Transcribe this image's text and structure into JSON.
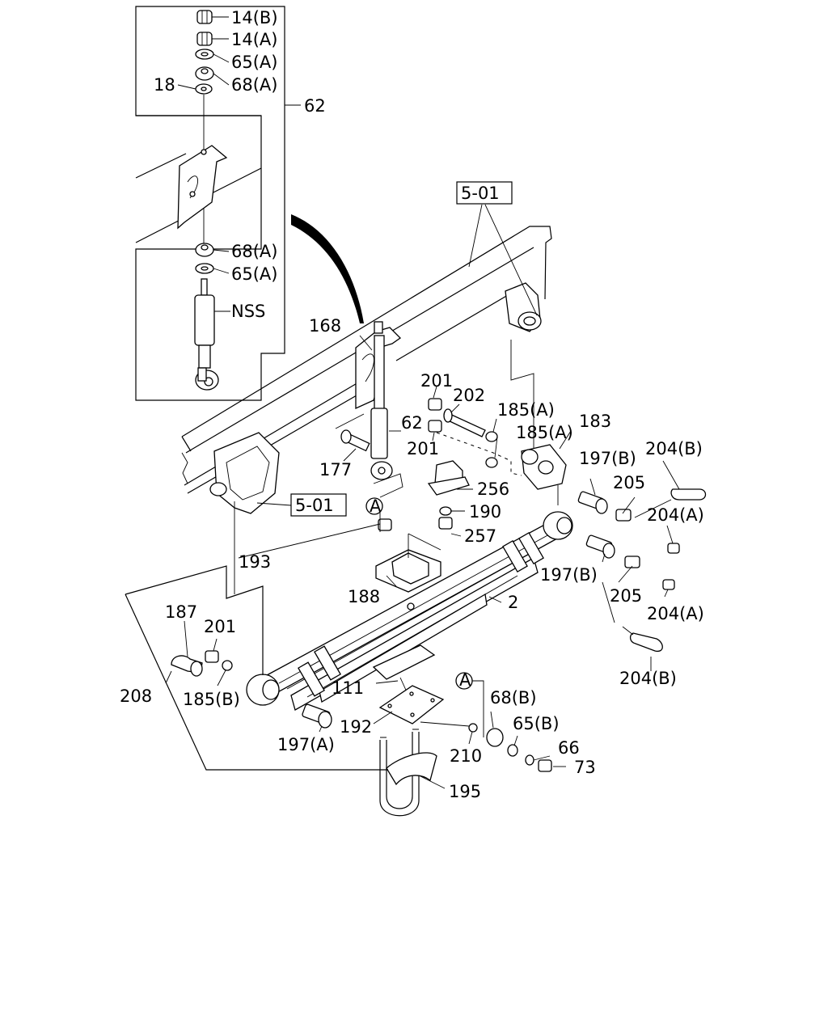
{
  "labels": {
    "p14b": "14(B)",
    "p14a": "14(A)",
    "p65a_top": "65(A)",
    "p68a_top": "68(A)",
    "p18": "18",
    "p62_inset": "62",
    "p68a_low": "68(A)",
    "p65a_low": "65(A)",
    "nss": "NSS",
    "ref501_top": "5-01",
    "ref501_left": "5-01",
    "p168": "168",
    "p62": "62",
    "p177": "177",
    "p201_a": "201",
    "p202": "202",
    "p185a_1": "185(A)",
    "p185a_2": "185(A)",
    "p183": "183",
    "p201_b": "201",
    "p197b_1": "197(B)",
    "p204b_1": "204(B)",
    "p205_1": "205",
    "p204a_1": "204(A)",
    "p256": "256",
    "p190": "190",
    "p257": "257",
    "circleA_1": "A",
    "p193": "193",
    "p188": "188",
    "p2": "2",
    "p197b_2": "197(B)",
    "p205_2": "205",
    "p204a_2": "204(A)",
    "p204b_2": "204(B)",
    "p187": "187",
    "p201_c": "201",
    "p208": "208",
    "p185b": "185(B)",
    "p111": "111",
    "circleA_2": "A",
    "p68b": "68(B)",
    "p65b": "65(B)",
    "p192": "192",
    "p210": "210",
    "p66": "66",
    "p73": "73",
    "p197a": "197(A)",
    "p195": "195"
  }
}
